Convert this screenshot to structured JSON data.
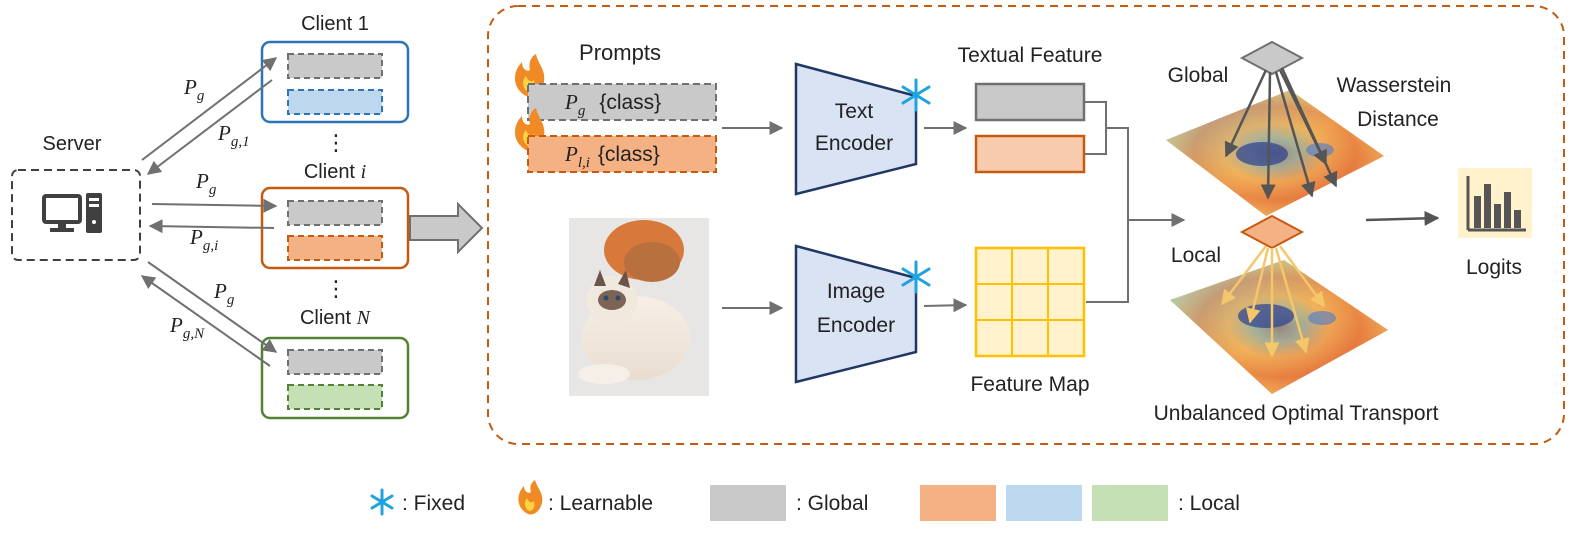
{
  "clients": {
    "first": {
      "label": "Client 1"
    },
    "middle": {
      "label_prefix": "Client ",
      "label_var": "i"
    },
    "last": {
      "label_prefix": "Client ",
      "label_var": "N"
    }
  },
  "server": {
    "label": "Server"
  },
  "federation": {
    "pg_symbol": "P",
    "pg_sub": "g",
    "client1_up_sub": "g,1",
    "clienti_up_sub": "g,i",
    "clientn_up_sub": "g,N",
    "dots": "⋮"
  },
  "prompts": {
    "title": "Prompts",
    "global": {
      "symbol": "P",
      "sub": "g",
      "suffix": "{class}"
    },
    "local": {
      "symbol": "P",
      "sub": "l,i",
      "suffix": "{class}"
    }
  },
  "encoders": {
    "text": {
      "line1": "Text",
      "line2": "Encoder"
    },
    "image": {
      "line1": "Image",
      "line2": "Encoder"
    }
  },
  "features": {
    "textual_title": "Textual Feature",
    "map_title": "Feature Map"
  },
  "transport": {
    "global_label": "Global",
    "local_label": "Local",
    "distance_line1": "Wasserstein",
    "distance_line2": "Distance",
    "uot_title": "Unbalanced Optimal Transport",
    "logits_label": "Logits"
  },
  "legend": {
    "fixed": ": Fixed",
    "learnable": ": Learnable",
    "global": ": Global",
    "local": ": Local"
  },
  "colors": {
    "client1_border": "#2e75b6",
    "clienti_border": "#c55a11",
    "clientn_border": "#548235",
    "global_fill": "#c9c9c9",
    "local_orange": "#f4b183",
    "local_blue": "#bdd7ee",
    "local_green": "#c5e0b4",
    "encoder_fill": "#dae3f3",
    "encoder_border": "#1f3864",
    "feature_map": "#fff2cc",
    "feature_map_border": "#ffc000",
    "dash_frame": "#c55a11",
    "arrow": "#707070"
  }
}
